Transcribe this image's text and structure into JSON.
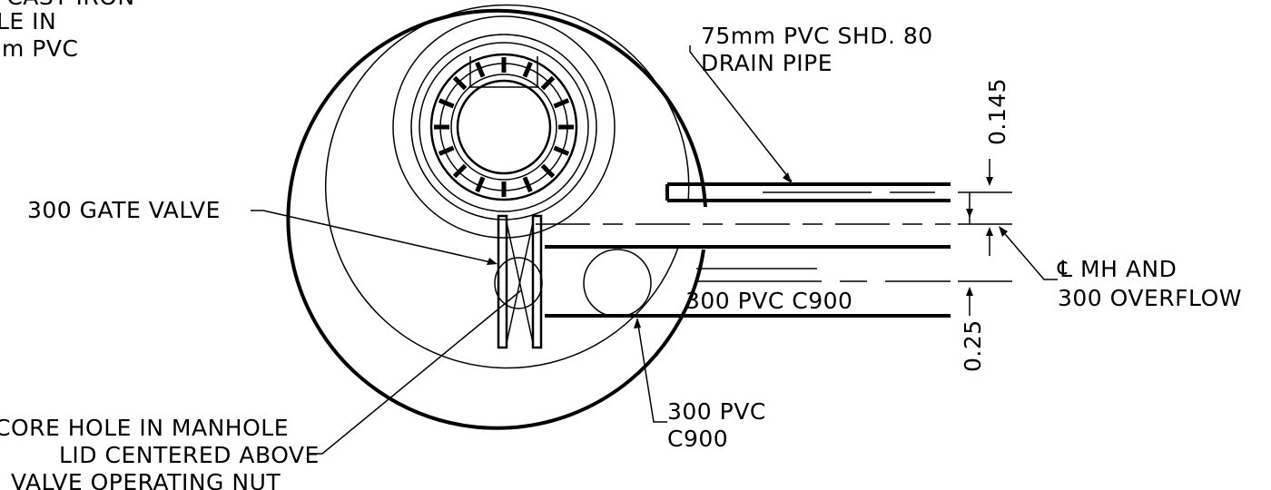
{
  "drawing": {
    "labels": {
      "top_left_line1": "F CAST IRON",
      "top_left_line2": "LE IN",
      "top_left_line3": "m PVC",
      "drain_pipe_line1": "75mm PVC SHD. 80",
      "drain_pipe_line2": "DRAIN PIPE",
      "gate_valve": "300 GATE VALVE",
      "pvc_c900_main": "300 PVC C900",
      "pvc_bottom_line1": "300 PVC",
      "pvc_bottom_line2": "C900",
      "centerline_line1": "℄ MH AND",
      "centerline_line2": "300 OVERFLOW",
      "core_hole_line1": "CORE HOLE IN MANHOLE",
      "core_hole_line2": "LID CENTERED ABOVE",
      "core_hole_line3": "VALVE OPERATING NUT"
    },
    "dimensions": {
      "upper": "0.145",
      "lower": "0.25"
    }
  }
}
